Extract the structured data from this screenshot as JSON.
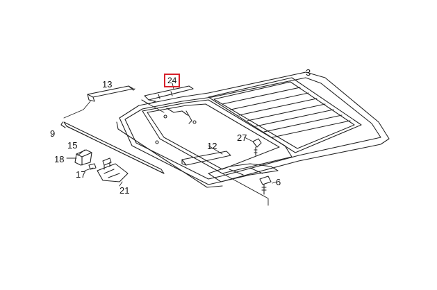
{
  "callouts": [
    {
      "id": "part-3",
      "label": "3"
    },
    {
      "id": "part-6",
      "label": "6"
    },
    {
      "id": "part-9",
      "label": "9"
    },
    {
      "id": "part-12",
      "label": "12"
    },
    {
      "id": "part-13",
      "label": "13"
    },
    {
      "id": "part-15",
      "label": "15"
    },
    {
      "id": "part-17",
      "label": "17"
    },
    {
      "id": "part-18",
      "label": "18"
    },
    {
      "id": "part-21",
      "label": "21"
    },
    {
      "id": "part-24",
      "label": "24",
      "highlighted": true
    },
    {
      "id": "part-27",
      "label": "27"
    }
  ],
  "colors": {
    "line": "#222222",
    "highlight": "#d6202a",
    "background": "#ffffff"
  }
}
